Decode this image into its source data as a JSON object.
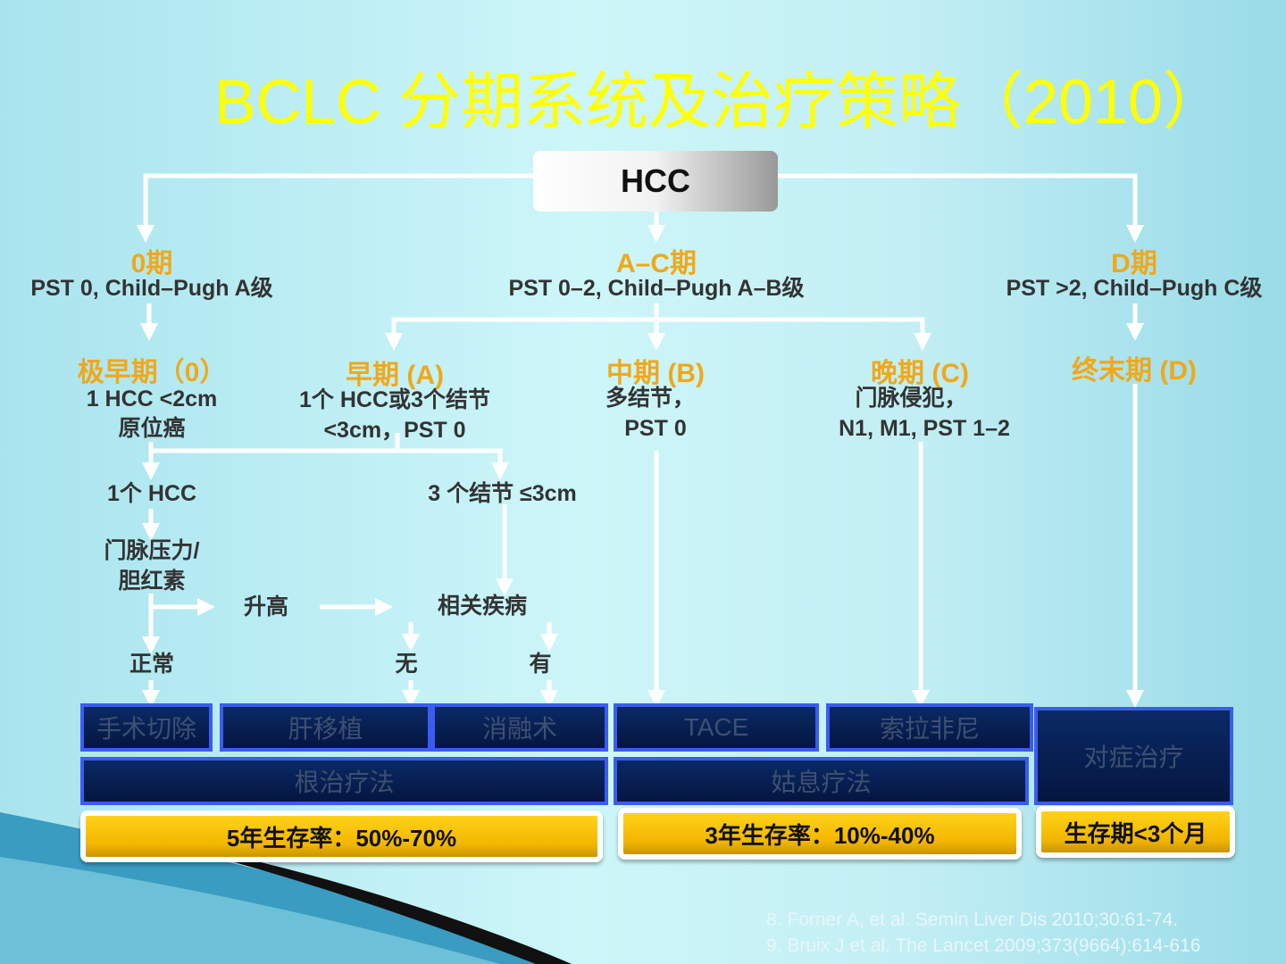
{
  "title": "BCLC 分期系统及治疗策略（2010）",
  "root": "HCC",
  "stages": [
    {
      "name": "0期",
      "desc": "PST 0, Child–Pugh A级"
    },
    {
      "name": "A–C期",
      "desc": "PST 0–2, Child–Pugh A–B级"
    },
    {
      "name": "D期",
      "desc": "PST >2, Child–Pugh C级"
    }
  ],
  "substages": [
    {
      "name": "极早期（0）",
      "l1": "1 HCC <2cm",
      "l2": "原位癌"
    },
    {
      "name": "早期 (A)",
      "l1": "1个 HCC或3个结节",
      "l2": "<3cm，PST 0"
    },
    {
      "name": "中期 (B)",
      "l1": "多结节，",
      "l2": "PST 0"
    },
    {
      "name": "晚期 (C)",
      "l1": "门脉侵犯，",
      "l2": "N1, M1, PST 1–2"
    },
    {
      "name": "终末期 (D)"
    }
  ],
  "decisions": {
    "single": "1个 HCC",
    "three": "3 个结节 ≤3cm",
    "portal": "门脉压力/",
    "bilirubin": "胆红素",
    "elevated": "升高",
    "related": "相关疾病",
    "normal": "正常",
    "none": "无",
    "yes": "有"
  },
  "treatments": [
    "手术切除",
    "肝移植",
    "消融术",
    "TACE",
    "索拉非尼",
    "对症治疗"
  ],
  "categories": [
    "根治疗法",
    "姑息疗法"
  ],
  "survival": [
    "5年生存率：50%-70%",
    "3年生存率：10%-40%",
    "生存期<3个月"
  ],
  "references": [
    "8. Forner A, et al. Semin Liver Dis 2010;30:61-74.",
    "9. Bruix J et al. The Lancet 2009;373(9664):614-616"
  ]
}
